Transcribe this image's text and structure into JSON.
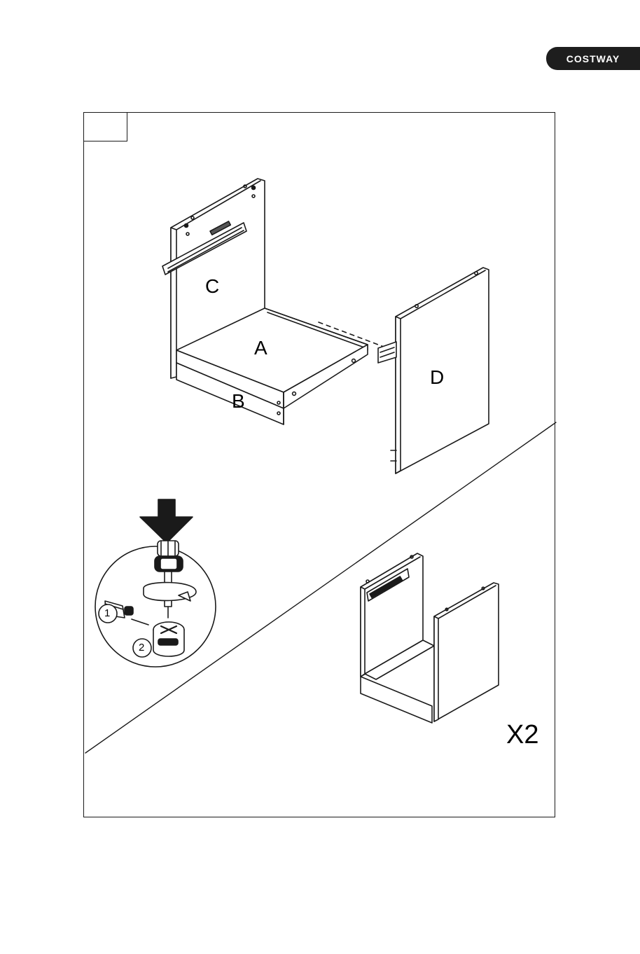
{
  "brand": {
    "name": "COSTWAY"
  },
  "step": {
    "number": ""
  },
  "parts": {
    "a": "A",
    "b": "B",
    "c": "C",
    "d": "D"
  },
  "callout": {
    "item_1": "1",
    "item_2": "2"
  },
  "quantity": {
    "label": "X2"
  },
  "icons": {
    "press_arrow": "down-arrow-icon",
    "screwdriver": "screwdriver-icon",
    "rotate": "rotate-arrow-icon",
    "cam_lock": "cam-lock-icon",
    "cam_bolt": "cam-bolt-icon"
  },
  "colors": {
    "ink": "#1a1a1a",
    "brand_bg": "#1e1e1e",
    "brand_text": "#ffffff"
  }
}
